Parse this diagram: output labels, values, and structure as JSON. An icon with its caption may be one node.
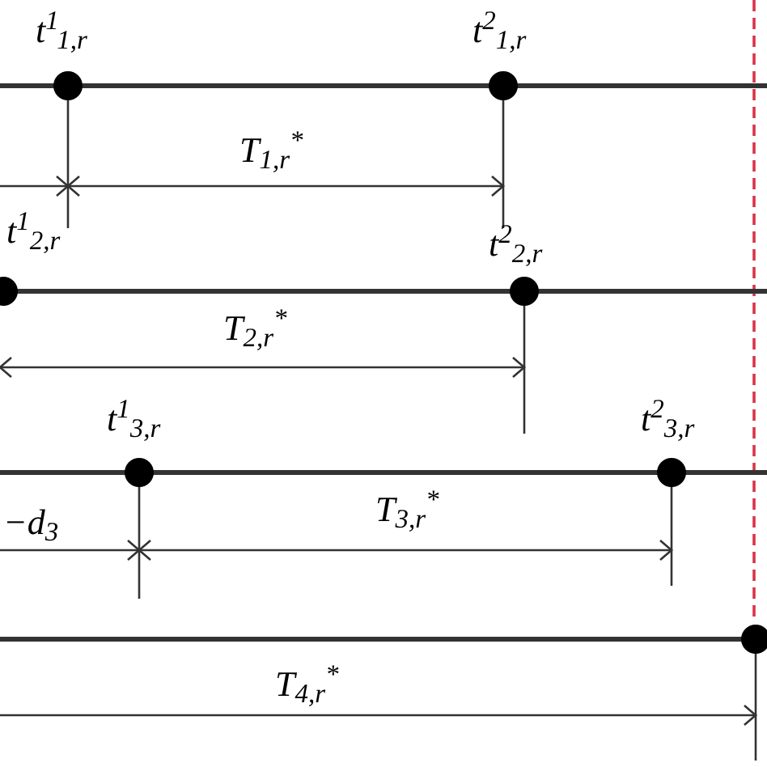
{
  "diagram": {
    "labels": [
      "t$^{1}$$_{1,r}$",
      "t$^{2}$$_{1,r}$",
      "T$_{1,r}$$^{*}$",
      "t$^{1}$$_{2,r}$",
      "t$^{2}$$_{2,r}$",
      "T$_{2,r}$$^{*}$",
      "t$^{1}$$_{3,r}$",
      "t$^{2}$$_{3,r}$",
      "−d$_{3}$",
      "T$_{3,r}$$^{*}$",
      "T$_{4,r}$$^{*}$"
    ]
  }
}
